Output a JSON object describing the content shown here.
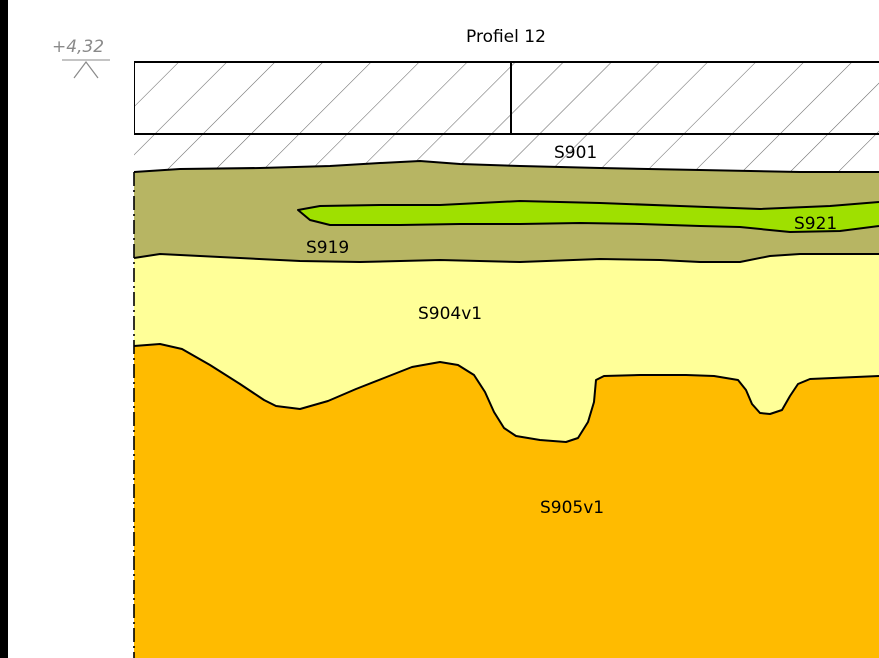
{
  "profile_title": "Profiel 12",
  "elevation_marker": "+4,32",
  "layers": [
    {
      "id": "modern-fill",
      "label": "",
      "fill": "#ffffff",
      "pattern": "hatch"
    },
    {
      "id": "S901",
      "label": "S901",
      "fill": "#ffffff",
      "pattern": "hatch"
    },
    {
      "id": "S919",
      "label": "S919",
      "fill": "#b7b563",
      "pattern": "none"
    },
    {
      "id": "S921",
      "label": "S921",
      "fill": "#9fe000",
      "pattern": "none"
    },
    {
      "id": "S904v1",
      "label": "S904v1",
      "fill": "#ffff98",
      "pattern": "none"
    },
    {
      "id": "S905v1",
      "label": "S905v1",
      "fill": "#ffbb00",
      "pattern": "none"
    }
  ],
  "colors": {
    "outline": "#000000",
    "hatch": "#6a6a6a",
    "elevation_text": "#8a8a8a",
    "frame": "#000000"
  }
}
